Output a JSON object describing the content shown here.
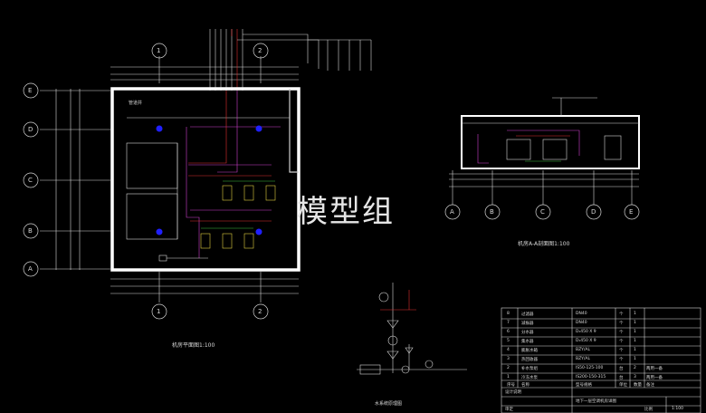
{
  "watermark": "模型组",
  "plan": {
    "title": "机房平面图1:100",
    "axis_top": [
      "1",
      "2"
    ],
    "axis_bottom": [
      "1",
      "2"
    ],
    "axis_left": [
      "E",
      "D",
      "C",
      "B",
      "A"
    ],
    "room_label": "管道井"
  },
  "section": {
    "title": "机房A-A剖面图1:100",
    "axis": [
      "A",
      "B",
      "C",
      "D",
      "E"
    ]
  },
  "schematic": {
    "title": "水系统原理图"
  },
  "table": {
    "rows": [
      {
        "no": "8",
        "name": "过滤器",
        "spec": "DN40",
        "unit": "个",
        "qty": "1",
        "remark": ""
      },
      {
        "no": "7",
        "name": "减振器",
        "spec": "DN40",
        "unit": "个",
        "qty": "1",
        "remark": ""
      },
      {
        "no": "6",
        "name": "分水器",
        "spec": "D₁450 X 9",
        "unit": "个",
        "qty": "1",
        "remark": ""
      },
      {
        "no": "5",
        "name": "集水器",
        "spec": "D₁450 X 9",
        "unit": "个",
        "qty": "1",
        "remark": ""
      },
      {
        "no": "4",
        "name": "膨胀水箱",
        "spec": "BZY/AL",
        "unit": "个",
        "qty": "1",
        "remark": ""
      },
      {
        "no": "3",
        "name": "热回收器",
        "spec": "BZY/AL",
        "unit": "个",
        "qty": "1",
        "remark": ""
      },
      {
        "no": "2",
        "name": "补水泵组",
        "spec": "IS50-125-100",
        "unit": "台",
        "qty": "2",
        "remark": "两用一备"
      },
      {
        "no": "1",
        "name": "冷冻水泵",
        "spec": "IS200-150-315",
        "unit": "台",
        "qty": "3",
        "remark": "两用一备"
      }
    ],
    "header": {
      "no": "序号",
      "name": "名称",
      "spec": "型号规格",
      "unit": "单位",
      "qty": "数量",
      "remark": "备注"
    },
    "footer": {
      "project": "设计说明",
      "subtitle": "地下一层空调机房详图",
      "drawn": "审定",
      "scale_label": "比例",
      "scale_value": "1:100"
    }
  },
  "colors": {
    "line": "#d8d8d8",
    "red": "#e03030",
    "magenta": "#d040d0",
    "green": "#40c040",
    "yellow": "#e0d040",
    "blue": "#2020ff",
    "cyan": "#40d0d0"
  }
}
